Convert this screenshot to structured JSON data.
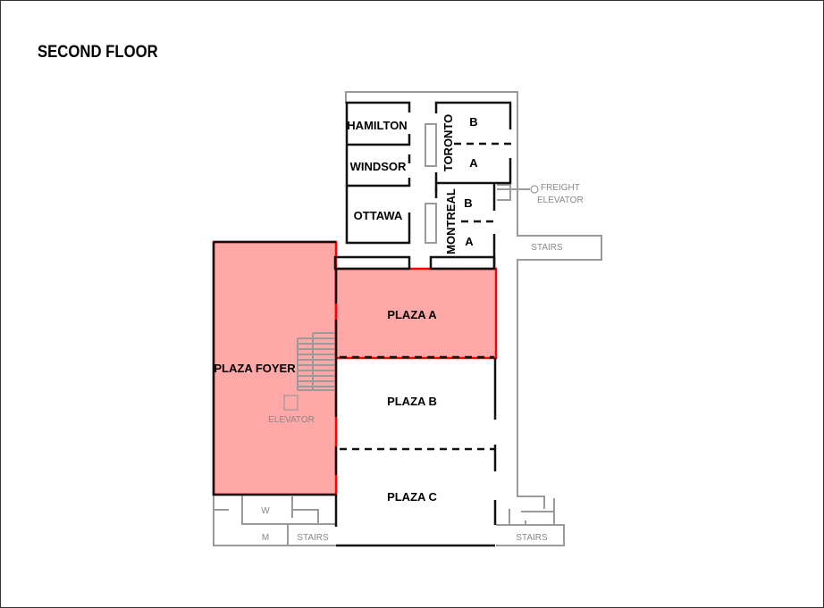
{
  "title": "SECOND FLOOR",
  "colors": {
    "highlight_fill": "#ffa8a8",
    "highlight_stroke": "#ff0000",
    "wall": "#111111",
    "service": "#9a9a9a"
  },
  "rooms": {
    "hamilton": "HAMILTON",
    "windsor": "WINDSOR",
    "ottawa": "OTTAWA",
    "toronto": "TORONTO",
    "toronto_b": "B",
    "toronto_a": "A",
    "montreal": "MONTREAL",
    "montreal_b": "B",
    "montreal_a": "A",
    "plaza_a": "PLAZA A",
    "plaza_b": "PLAZA B",
    "plaza_c": "PLAZA C",
    "plaza_foyer": "PLAZA FOYER"
  },
  "services": {
    "freight_elevator_1": "FREIGHT",
    "freight_elevator_2": "ELEVATOR",
    "stairs_east": "STAIRS",
    "elevator": "ELEVATOR",
    "women": "W",
    "men": "M",
    "stairs_sw": "STAIRS",
    "stairs_se": "STAIRS"
  },
  "highlighted": [
    "PLAZA FOYER",
    "PLAZA A"
  ]
}
